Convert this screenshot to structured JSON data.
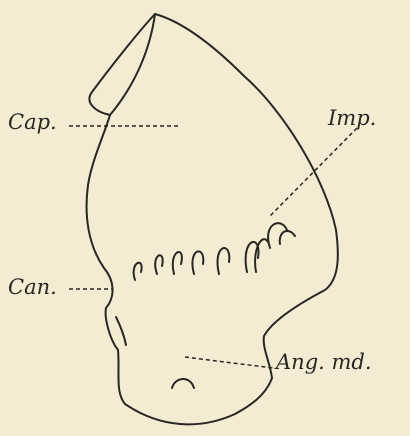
{
  "figure": {
    "background": "#f3ecd3",
    "ink": "#2a2621",
    "labels": {
      "cap": "Cap.",
      "imp": "Imp.",
      "can": "Can.",
      "ang": "Ang. md."
    }
  }
}
